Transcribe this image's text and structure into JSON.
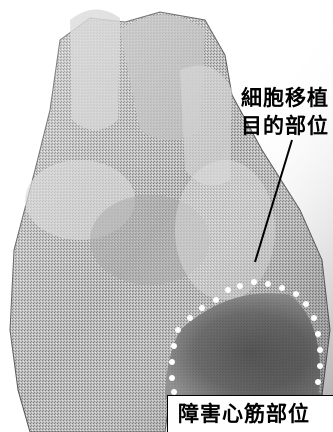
{
  "labels": {
    "target_line1": "細胞移植",
    "target_line2": "目的部位",
    "damage": "障害心筋部位"
  },
  "colors": {
    "heart_light": "#d9d9d9",
    "heart_mid": "#a6a6a6",
    "heart_dark": "#5a5a5a",
    "dots": "#ffffff",
    "pointer_line": "#000000"
  }
}
